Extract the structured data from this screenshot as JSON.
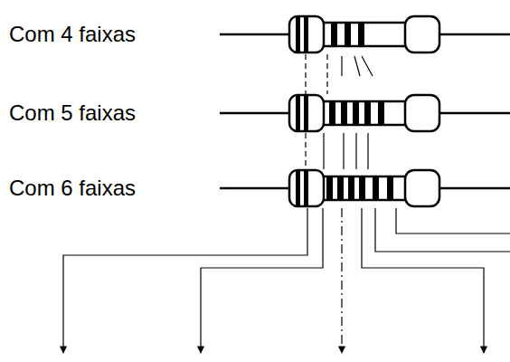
{
  "diagram": {
    "labels": [
      "Com 4 faixas",
      "Com 5 faixas",
      "Com 6 faixas"
    ]
  }
}
